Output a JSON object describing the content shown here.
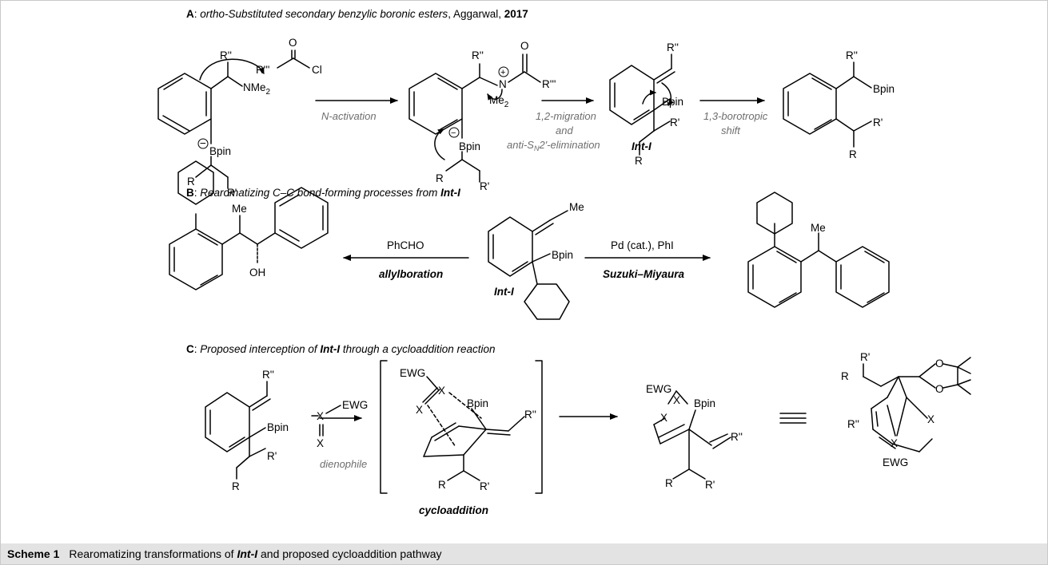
{
  "panelA": {
    "letter": "A",
    "title": "ortho-Substituted secondary benzylic boronic esters",
    "author": ", Aggarwal, ",
    "year": "2017",
    "arrow1": "N-activation",
    "arrow2_line1": "1,2-migration",
    "arrow2_line2": "and",
    "arrow2_line3a": "anti-S",
    "arrow2_line3sub": "N",
    "arrow2_line3b": "2'-elimination",
    "arrow3_line1": "1,3-borotropic",
    "arrow3_line2": "shift",
    "intLabel": "Int-I"
  },
  "panelB": {
    "letter": "B",
    "title": "Rearomatizing C–C bond-forming processes from ",
    "titleInt": "Int-I",
    "leftReagent": "PhCHO",
    "leftName": "allylboration",
    "rightReagent": "Pd (cat.), PhI",
    "rightName": "Suzuki–Miyaura",
    "intLabel": "Int-I"
  },
  "panelC": {
    "letter": "C",
    "title": "Proposed interception of ",
    "titleInt": "Int-I",
    "titleEnd": " through a cycloaddition reaction",
    "dienophile": "dienophile",
    "bracketLabel": "cycloaddition"
  },
  "atoms": {
    "Rpp": "R''",
    "Rppp": "R'''",
    "Rp": "R'",
    "R": "R",
    "NMe2": "NMe",
    "two": "2",
    "Me2": "Me",
    "O": "O",
    "Cl": "Cl",
    "N": "N",
    "Bpin": "Bpin",
    "Me": "Me",
    "OH": "OH",
    "X": "X",
    "EWG": "EWG",
    "plus": "+",
    "minus": "−"
  },
  "caption": {
    "label": "Scheme 1",
    "text1": "Rearomatizing transformations of ",
    "intl": "Int-I",
    "text2": " and proposed cycloaddition pathway"
  }
}
